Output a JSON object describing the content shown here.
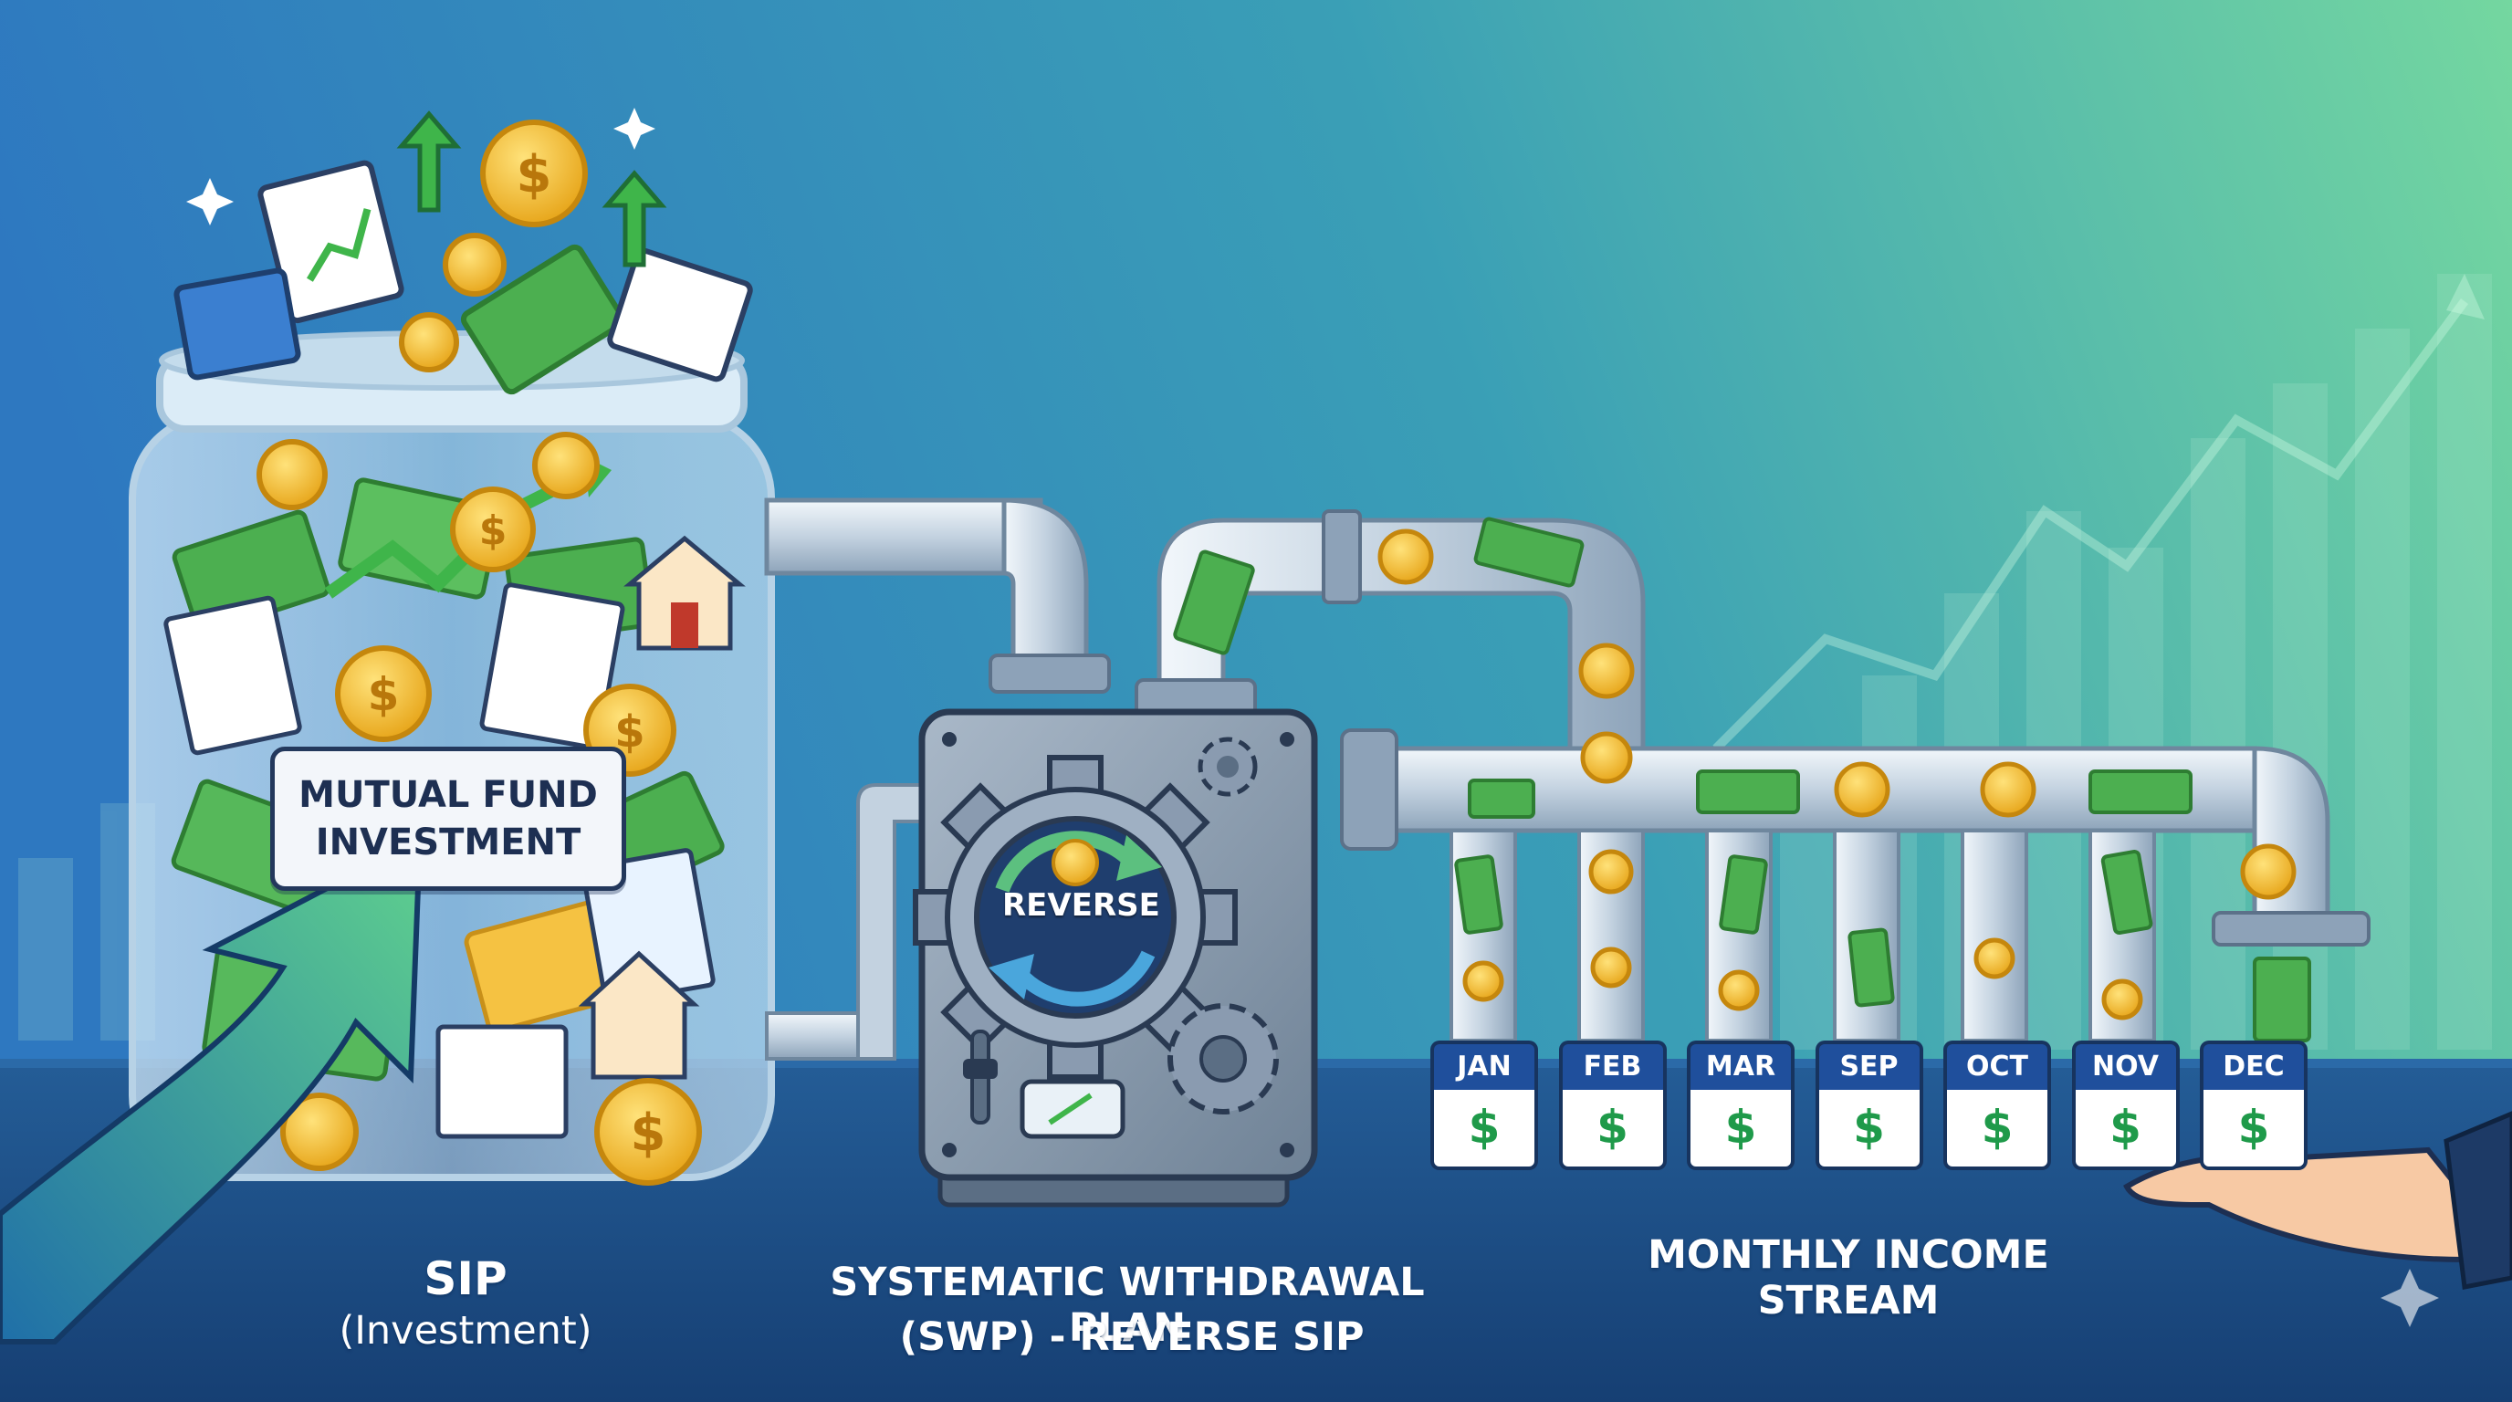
{
  "jar": {
    "label_line1": "MUTUAL FUND",
    "label_line2": "INVESTMENT"
  },
  "machine": {
    "label": "REVERSE"
  },
  "months": [
    "JAN",
    "FEB",
    "MAR",
    "SEP",
    "OCT",
    "NOV",
    "DEC"
  ],
  "currency_symbol": "$",
  "captions": {
    "sip_title": "SIP",
    "sip_subtitle": "(Investment)",
    "swp_line1": "SYSTEMATIC WITHDRAWAL PLAN",
    "swp_line2": "(SWP) - REVERSE SIP",
    "income": "MONTHLY INCOME STREAM"
  },
  "colors": {
    "bg_top_left": "#2f7fc4",
    "bg_top_right": "#6fd3a0",
    "floor": "#1d4f8a",
    "arrow_green": "#48c08a",
    "coin_gold": "#f2b823",
    "cash_green": "#4caf50",
    "pipe_steel": "#c9d6e3",
    "month_cap": "#1f4f9c",
    "dollar_green": "#1f9a4a"
  }
}
